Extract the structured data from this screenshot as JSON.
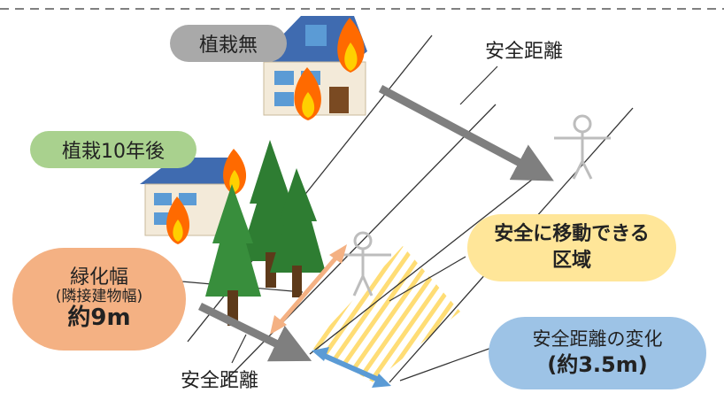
{
  "labels": {
    "no_planting": "植栽無",
    "planting_10_years": "植栽10年後",
    "safe_distance_top": "安全距離",
    "safe_distance_bottom": "安全距離",
    "green_width": {
      "line1": "緑化幅",
      "line2": "(隣接建物幅)",
      "line3": "約9m"
    },
    "safe_area": {
      "line1": "安全に移動できる",
      "line2": "区域"
    },
    "distance_change": {
      "line1": "安全距離の変化",
      "line2": "(約3.5m)"
    }
  },
  "colors": {
    "gray_pill": "#a9a9a9",
    "green_pill": "#a9d18e",
    "orange_bubble": "#f4b183",
    "yellow_bubble": "#ffe699",
    "blue_bubble": "#9dc3e6",
    "orange_arrow": "#f4b183",
    "blue_arrow": "#5b9bd5",
    "gray_arrow": "#7f7f7f",
    "tree": "#2e7d32",
    "fire": "#ff6a00"
  },
  "icons": [
    "house-icon",
    "fire-icon",
    "tree-icon",
    "person-icon",
    "arrow-icon"
  ]
}
